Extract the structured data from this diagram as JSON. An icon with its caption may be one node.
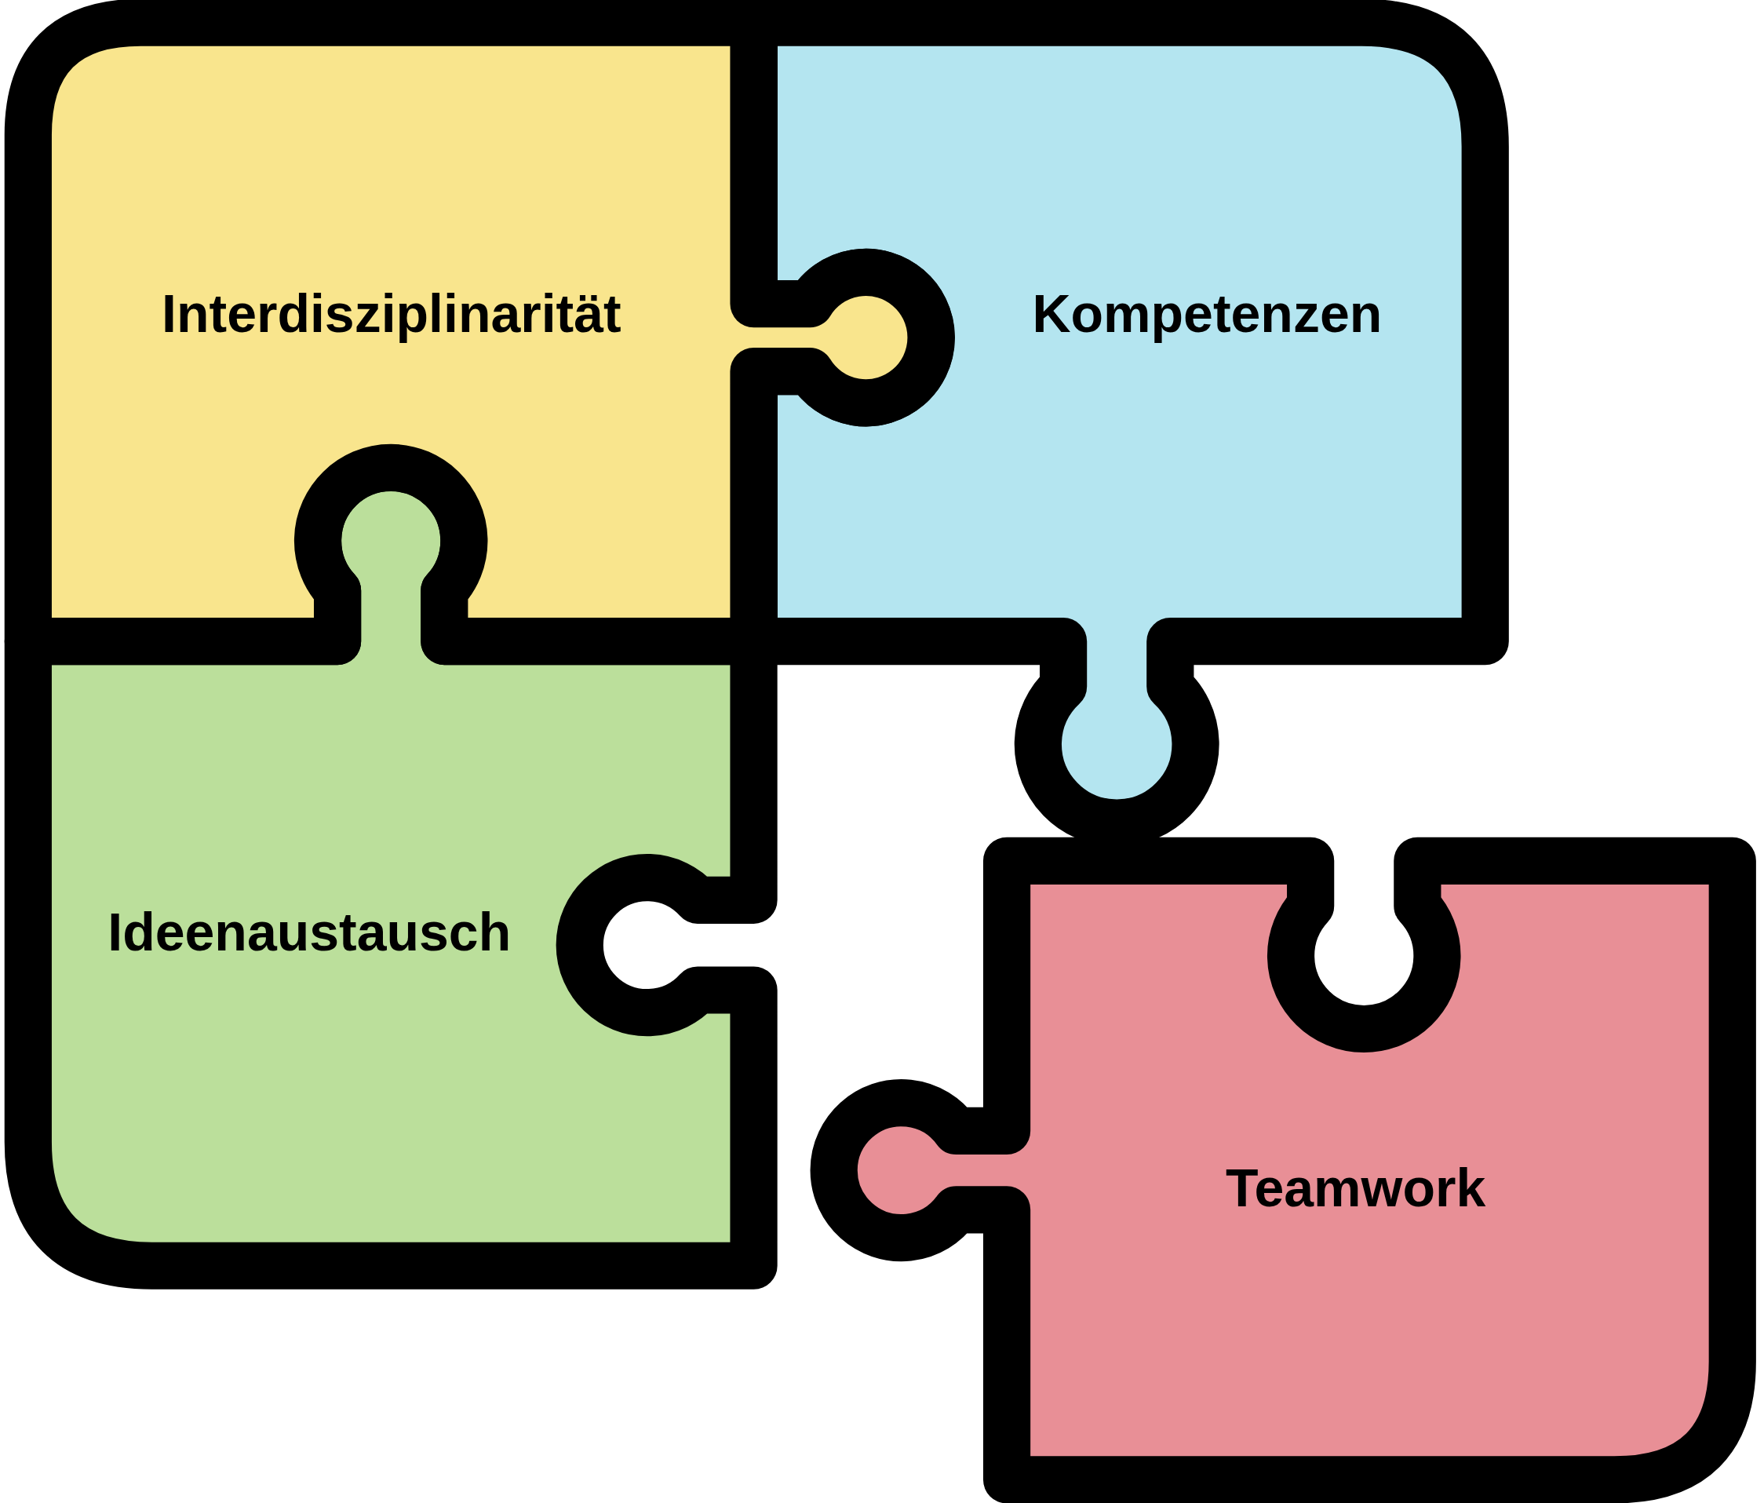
{
  "diagram": {
    "nodes": [
      {
        "text": [
          "Interdisziplinarität"
        ]
      },
      {
        "text": [
          "Kompetenzen"
        ]
      },
      {
        "text": [
          "Ideenaustausch"
        ]
      },
      {
        "text": [
          "Teamwork"
        ]
      }
    ]
  }
}
